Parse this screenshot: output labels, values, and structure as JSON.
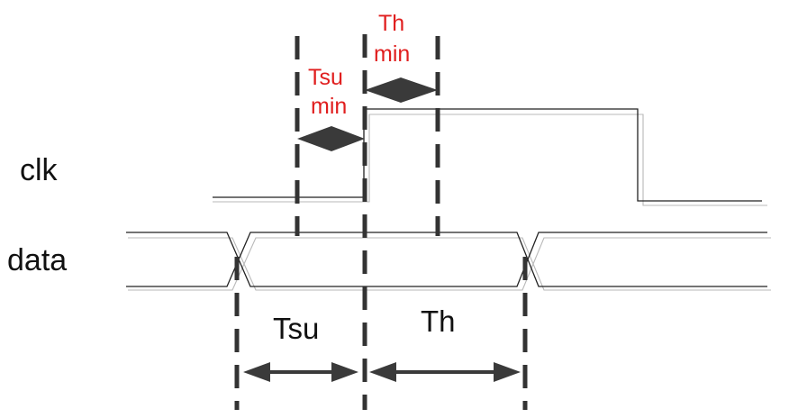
{
  "signals": {
    "clk": "clk",
    "data": "data"
  },
  "labels": {
    "tsu_min_line1": "Tsu",
    "tsu_min_line2": "min",
    "th_min_line1": "Th",
    "th_min_line2": "min",
    "tsu": "Tsu",
    "th": "Th"
  },
  "colors": {
    "annotation_red": "#e01e1e",
    "wave": "#222222",
    "dash": "#333333"
  }
}
